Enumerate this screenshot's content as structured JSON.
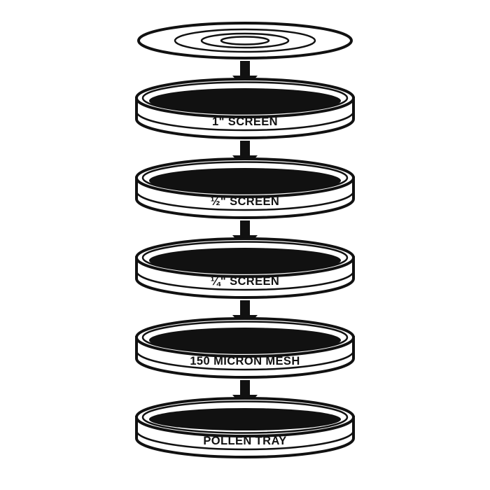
{
  "diagram": {
    "description": "exploded-stack-sieve-diagram",
    "colors": {
      "line": "#111111",
      "fill": "#ffffff"
    },
    "layers": [
      {
        "id": "lid",
        "label": ""
      },
      {
        "id": "screen-1in",
        "label": "1\" SCREEN"
      },
      {
        "id": "screen-half-in",
        "label": "½\" SCREEN"
      },
      {
        "id": "screen-quarter-in",
        "label": "¼\" SCREEN"
      },
      {
        "id": "mesh-150-micron",
        "label": "150 MICRON MESH"
      },
      {
        "id": "pollen-tray",
        "label": "POLLEN TRAY"
      }
    ]
  }
}
